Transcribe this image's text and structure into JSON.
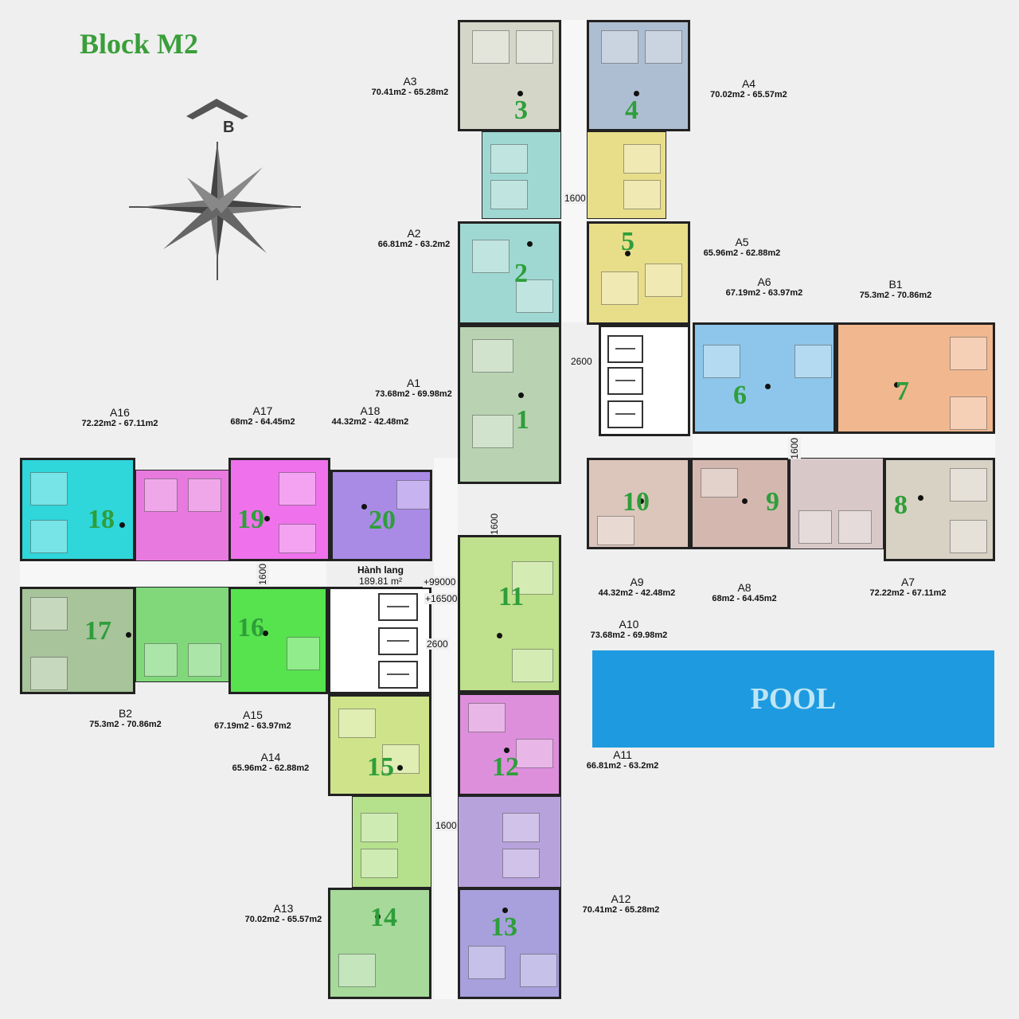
{
  "title": "Block M2",
  "compass_label": "B",
  "pool_label": "POOL",
  "hall": {
    "name": "Hành lang",
    "area": "189.81 m²"
  },
  "levels": {
    "top": "+99000",
    "bottom": "+16500"
  },
  "dimensions": {
    "d1": "1600",
    "d2": "2600",
    "d3": "1600",
    "d4": "1600",
    "d5": "1600",
    "d6": "2600",
    "d7": "1600"
  },
  "units": [
    {
      "num": "1",
      "code": "A1",
      "area": "73.68m2 - 69.98m2",
      "color": "#b9d3b2"
    },
    {
      "num": "2",
      "code": "A2",
      "area": "66.81m2 - 63.2m2",
      "color": "#9fd8d2"
    },
    {
      "num": "3",
      "code": "A3",
      "area": "70.41m2 - 65.28m2",
      "color": "#d4d7c8"
    },
    {
      "num": "4",
      "code": "A4",
      "area": "70.02m2 - 65.57m2",
      "color": "#aebed2"
    },
    {
      "num": "5",
      "code": "A5",
      "area": "65.96m2 - 62.88m2",
      "color": "#e8de8a"
    },
    {
      "num": "6",
      "code": "A6",
      "area": "67.19m2 - 63.97m2",
      "color": "#8dc6ea"
    },
    {
      "num": "7",
      "code": "B1",
      "area": "75.3m2 - 70.86m2",
      "color": "#f1b78f"
    },
    {
      "num": "8",
      "code": "A7",
      "area": "72.22m2 - 67.11m2",
      "color": "#d8d2c4"
    },
    {
      "num": "9",
      "code": "A8",
      "area": "68m2 - 64.45m2",
      "color": "#d4b8b0"
    },
    {
      "num": "10",
      "code": "A9",
      "area": "44.32m2 - 42.48m2",
      "color": "#dcc6bc"
    },
    {
      "num": "11",
      "code": "A10",
      "area": "73.68m2 - 69.98m2",
      "color": "#bfe08c"
    },
    {
      "num": "12",
      "code": "A11",
      "area": "66.81m2 - 63.2m2",
      "color": "#dd8fdc"
    },
    {
      "num": "13",
      "code": "A12",
      "area": "70.41m2 - 65.28m2",
      "color": "#a7a0dc"
    },
    {
      "num": "14",
      "code": "A13",
      "area": "70.02m2 - 65.57m2",
      "color": "#a6d99a"
    },
    {
      "num": "15",
      "code": "A14",
      "area": "65.96m2 - 62.88m2",
      "color": "#cfe38a"
    },
    {
      "num": "16",
      "code": "A15",
      "area": "67.19m2 - 63.97m2",
      "color": "#57e34e"
    },
    {
      "num": "17",
      "code": "B2",
      "area": "75.3m2 - 70.86m2",
      "color": "#a8c49a"
    },
    {
      "num": "18",
      "code": "A16",
      "area": "72.22m2 - 67.11m2",
      "color": "#2fd6da"
    },
    {
      "num": "19",
      "code": "A17",
      "area": "68m2 - 64.45m2",
      "color": "#ef72ec"
    },
    {
      "num": "20",
      "code": "A18",
      "area": "44.32m2 - 42.48m2",
      "color": "#a98be6"
    }
  ]
}
